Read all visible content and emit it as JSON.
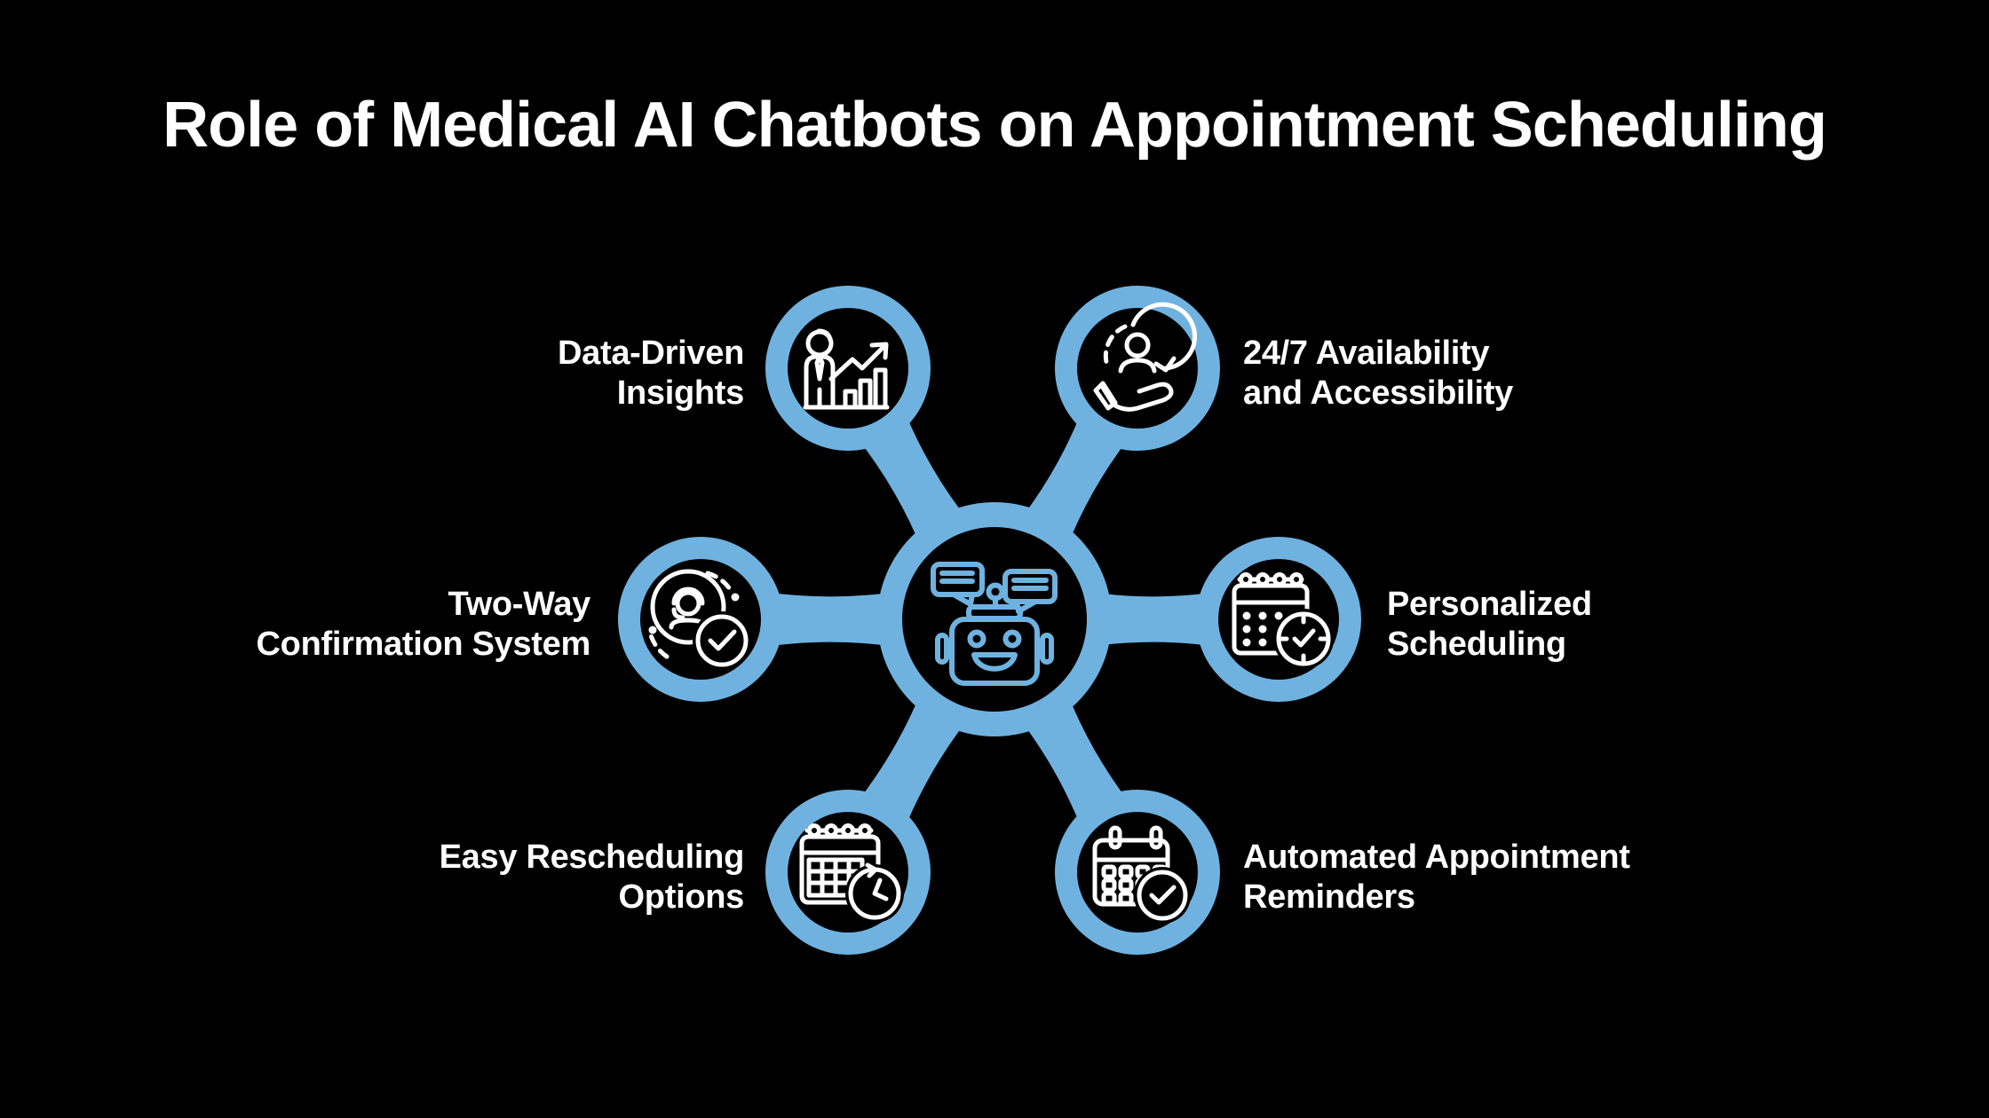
{
  "colors": {
    "background": "#000000",
    "accent": "#6FB2E0",
    "text": "#FFFFFF",
    "icon_stroke": "#FFFFFF"
  },
  "title": "Role of Medical AI Chatbots on Appointment Scheduling",
  "center": {
    "name": "medical-ai-chatbot-hub",
    "icon": "chatbot-robot-icon"
  },
  "nodes": [
    {
      "id": "data-driven-insights",
      "position": "top-left",
      "icon": "person-growth-chart-icon",
      "label": "Data-Driven Insights",
      "label_lines": [
        "Data-Driven",
        "Insights"
      ]
    },
    {
      "id": "availability-accessibility",
      "position": "top-right",
      "icon": "user-availability-hand-icon",
      "label": "24/7 Availability and Accessibility",
      "label_lines": [
        "24/7 Availability",
        "and Accessibility"
      ]
    },
    {
      "id": "two-way-confirmation-system",
      "position": "middle-left",
      "icon": "agent-checkmark-icon",
      "label": "Two-Way Confirmation System",
      "label_lines": [
        "Two-Way",
        "Confirmation System"
      ]
    },
    {
      "id": "personalized-scheduling",
      "position": "middle-right",
      "icon": "calendar-clock-check-icon",
      "label": "Personalized Scheduling",
      "label_lines": [
        "Personalized",
        "Scheduling"
      ]
    },
    {
      "id": "easy-rescheduling-options",
      "position": "bottom-left",
      "icon": "calendar-reschedule-clock-icon",
      "label": "Easy Rescheduling Options",
      "label_lines": [
        "Easy Rescheduling",
        "Options"
      ]
    },
    {
      "id": "automated-appointment-reminders",
      "position": "bottom-right",
      "icon": "calendar-checkmark-icon",
      "label": "Automated Appointment Reminders",
      "label_lines": [
        "Automated Appointment",
        "Reminders"
      ]
    }
  ]
}
